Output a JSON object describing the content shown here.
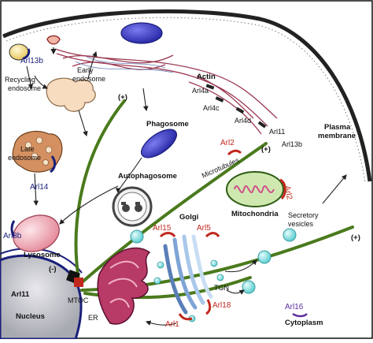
{
  "labels": {
    "arl13b_top": "Arl13b",
    "recycling_endosome": "Recycling\nendosome",
    "early_endosome": "Early\nendosome",
    "plus_top": "(+)",
    "actin": "Actin",
    "arl4a": "Arl4a",
    "arl4c": "Arl4c",
    "arl4d": "Arl4d",
    "arl11_right": "Arl11",
    "arl13b_right": "Arl13b",
    "plasma_membrane": "Plasma\nmembrane",
    "phagosome": "Phagosome",
    "late_endosome": "Late\nendosome",
    "arl2_top": "Arl2",
    "plus_mid": "(+)",
    "microtubules": "Microtubules",
    "autophagosome": "Autophagosome",
    "arl2_mito": "Arl2",
    "mitochondria": "Mitochondria",
    "arl14": "Arl14",
    "arl8b": "Arl8b",
    "lysosome": "Lysosome",
    "arl15": "Arl15",
    "golgi": "Golgi",
    "arl5": "Arl5",
    "secretory_vesicles": "Secretory\nvesicles",
    "plus_right": "(+)",
    "minus": "(-)",
    "tgn": "TGN",
    "arl11_nucleus": "Arl11",
    "nucleus": "Nucleus",
    "mtoc": "MTOC",
    "er": "ER",
    "arl18": "Arl18",
    "arl1": "Arl1",
    "arl16": "Arl16",
    "cytoplasm": "Cytoplasm"
  },
  "colors": {
    "microtubule": "#4a7a1c",
    "arf_red": "#c0281e",
    "arf_navy": "#1a1f7a",
    "cell_membrane": "#222222",
    "actin": "#9c3a52"
  }
}
